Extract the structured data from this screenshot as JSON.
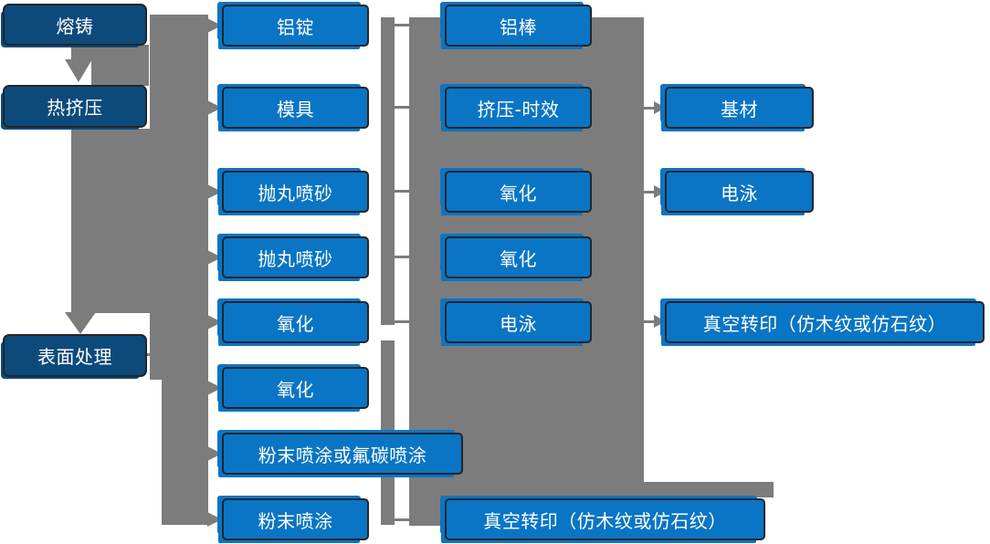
{
  "diagram": {
    "colors": {
      "stage_box_fill": "#0d4a7c",
      "process_box_fill": "#0a75c4",
      "connector_gray": "#7c7c7c",
      "box_border": "#20262b",
      "box_text": "#ffffff",
      "background": "#ffffff"
    },
    "columns": [
      {
        "name": "stage",
        "nodes": [
          {
            "id": "melt-casting",
            "label": "熔铸"
          },
          {
            "id": "hot-extrusion",
            "label": "热挤压"
          },
          {
            "id": "surface-treatment",
            "label": "表面处理"
          }
        ]
      },
      {
        "name": "preparation",
        "nodes": [
          {
            "id": "aluminum-ingot",
            "label": "铝锭"
          },
          {
            "id": "mold",
            "label": "模具"
          },
          {
            "id": "shot-blasting-1",
            "label": "抛丸喷砂"
          },
          {
            "id": "shot-blasting-2",
            "label": "抛丸喷砂"
          },
          {
            "id": "oxidation-1",
            "label": "氧化"
          },
          {
            "id": "oxidation-2",
            "label": "氧化"
          },
          {
            "id": "powder-or-fluorocarbon-coating",
            "label": "粉末喷涂或氟碳喷涂"
          },
          {
            "id": "powder-coating",
            "label": "粉末喷涂"
          }
        ]
      },
      {
        "name": "process",
        "nodes": [
          {
            "id": "aluminum-rod",
            "label": "铝棒"
          },
          {
            "id": "extrusion-aging",
            "label": "挤压-时效"
          },
          {
            "id": "oxidation-3",
            "label": "氧化"
          },
          {
            "id": "oxidation-4",
            "label": "氧化"
          },
          {
            "id": "electrophoresis-1",
            "label": "电泳"
          },
          {
            "id": "vacuum-transfer-1",
            "label": "真空转印（仿木纹或仿石纹）"
          }
        ]
      },
      {
        "name": "finish",
        "nodes": [
          {
            "id": "base-material",
            "label": "基材"
          },
          {
            "id": "electrophoresis-2",
            "label": "电泳"
          },
          {
            "id": "vacuum-transfer-2",
            "label": "真空转印（仿木纹或仿石纹）"
          }
        ]
      }
    ]
  }
}
